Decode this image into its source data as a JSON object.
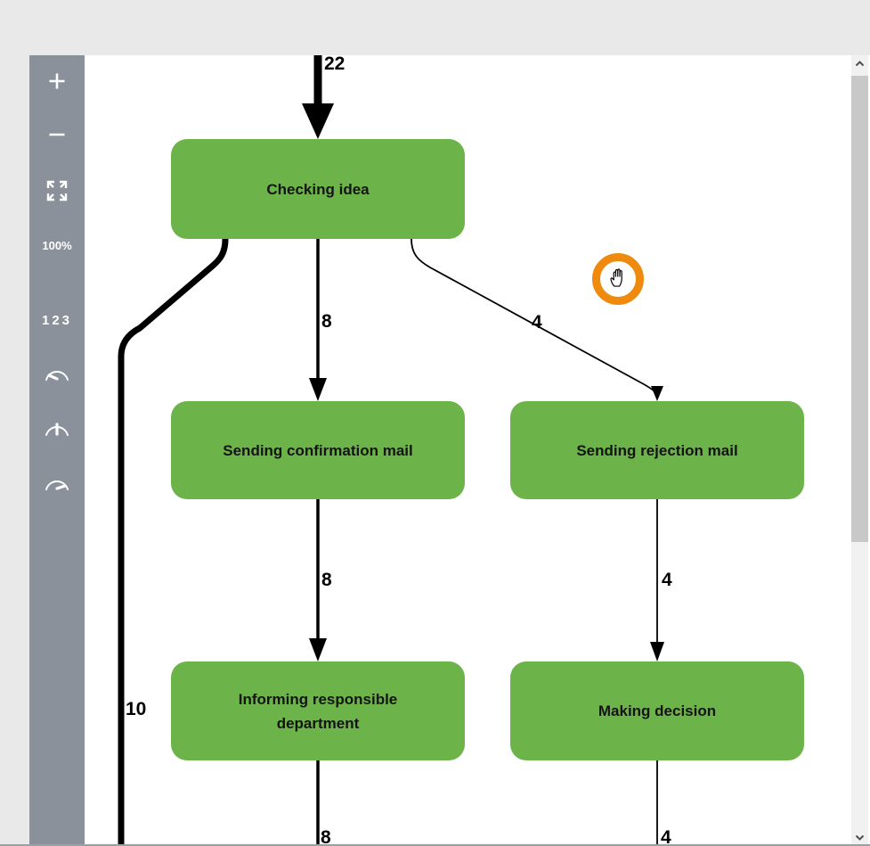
{
  "toolbar": {
    "zoom_in_label": "+",
    "zoom_out_label": "−",
    "zoom_level": "100%",
    "frequency_button_label": "123",
    "icons": [
      "plus-icon",
      "minus-icon",
      "expand-arrows-icon",
      "gauge-low-icon",
      "gauge-medium-icon",
      "gauge-high-icon"
    ]
  },
  "diagram": {
    "nodes": [
      {
        "id": "checking-idea",
        "label": "Checking idea"
      },
      {
        "id": "sending-confirmation-mail",
        "label": "Sending confirmation mail"
      },
      {
        "id": "sending-rejection-mail",
        "label": "Sending rejection mail"
      },
      {
        "id": "informing-responsible-department",
        "label": "Informing responsible department"
      },
      {
        "id": "making-decision",
        "label": "Making decision"
      }
    ],
    "edges": [
      {
        "id": "start-to-checking-idea",
        "count": "22"
      },
      {
        "id": "checking-idea-to-sending-confirmation-mail",
        "count": "8"
      },
      {
        "id": "checking-idea-to-sending-rejection-mail",
        "count": "4"
      },
      {
        "id": "checking-idea-bypass",
        "count": "10"
      },
      {
        "id": "sending-confirmation-mail-to-informing-responsible-department",
        "count": "8"
      },
      {
        "id": "sending-rejection-mail-to-making-decision",
        "count": "4"
      },
      {
        "id": "informing-responsible-department-outflow",
        "count": "8"
      },
      {
        "id": "making-decision-outflow",
        "count": "4"
      }
    ],
    "colors": {
      "node_fill": "#6cb44a",
      "edge_stroke": "#000000",
      "cursor_ring": "#ee8b0e",
      "toolbar_bg": "#8b919b",
      "toolbar_active_bg": "#626c78"
    },
    "cursor": "grab-hand"
  }
}
